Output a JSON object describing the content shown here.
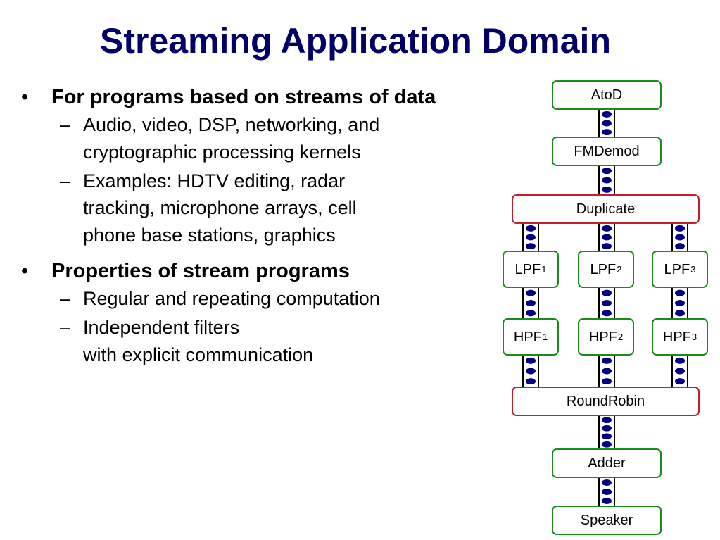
{
  "title": "Streaming Application Domain",
  "bullets": {
    "b1": {
      "text": "For programs based on streams of data"
    },
    "b1_sub": [
      {
        "lines": [
          "Audio, video, DSP, networking, and",
          "cryptographic processing kernels"
        ]
      },
      {
        "lines": [
          "Examples: HDTV editing, radar",
          "tracking, microphone arrays, cell",
          "phone base stations, graphics"
        ]
      }
    ],
    "b2": {
      "text": "Properties of stream programs"
    },
    "b2_sub": [
      {
        "lines": [
          "Regular and repeating computation"
        ]
      },
      {
        "lines": [
          "Independent filters",
          "with explicit communication"
        ]
      }
    ]
  },
  "markers": {
    "bullet": "•",
    "dash": "–"
  },
  "diagram": {
    "nodes": {
      "atod": {
        "label": "AtoD"
      },
      "fmdemod": {
        "label": "FMDemod"
      },
      "duplicate": {
        "label": "Duplicate"
      },
      "lpf1": {
        "label": "LPF",
        "sub": "1"
      },
      "lpf2": {
        "label": "LPF",
        "sub": "2"
      },
      "lpf3": {
        "label": "LPF",
        "sub": "3"
      },
      "hpf1": {
        "label": "HPF",
        "sub": "1"
      },
      "hpf2": {
        "label": "HPF",
        "sub": "2"
      },
      "hpf3": {
        "label": "HPF",
        "sub": "3"
      },
      "roundrobin": {
        "label": "RoundRobin"
      },
      "adder": {
        "label": "Adder"
      },
      "speaker": {
        "label": "Speaker"
      }
    },
    "colors": {
      "filter_border": "#1a8a1a",
      "splitter_border": "#c41e2a",
      "token": "#000080",
      "title": "#000066"
    }
  }
}
